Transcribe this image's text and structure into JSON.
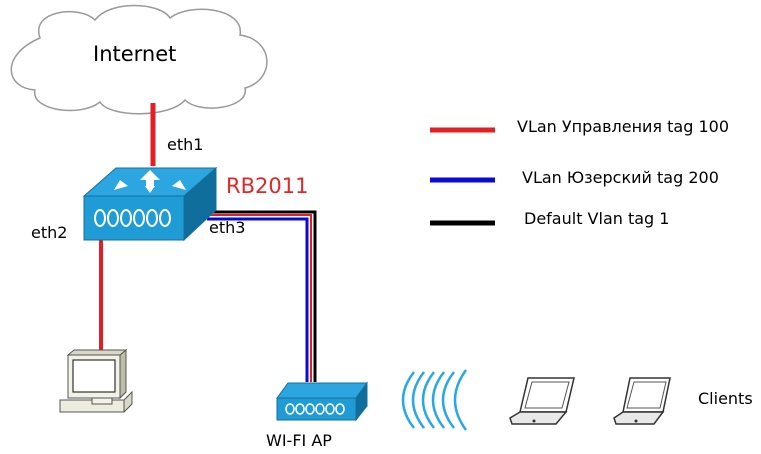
{
  "cloud": {
    "label": "Internet"
  },
  "router": {
    "name": "RB2011",
    "name_color": "#e32626"
  },
  "ports": {
    "eth1": "eth1",
    "eth2": "eth2",
    "eth3": "eth3"
  },
  "access_point": {
    "label": "WI-FI AP"
  },
  "clients": {
    "label": "Clients"
  },
  "legend": [
    {
      "label": "VLan Управления tag 100",
      "color": "#e31e24"
    },
    {
      "label": "VLan Юзерский tag 200",
      "color": "#0a0ad8"
    },
    {
      "label": "Default Vlan tag 1",
      "color": "#000000"
    }
  ],
  "colors": {
    "device_blue": "#1f9bd6",
    "device_dark": "#0f6e9c",
    "wifi_waves": "#29a8e8"
  }
}
